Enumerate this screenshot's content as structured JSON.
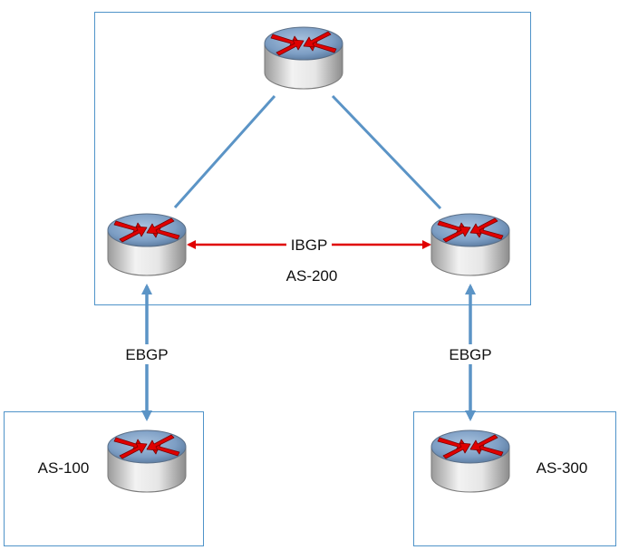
{
  "colors": {
    "box_border": "#4f93c9",
    "igp_link": "#5b94c6",
    "ebgp_link": "#5b94c6",
    "ibgp_link": "#e00000",
    "router_body_top": "#6f8fb3",
    "router_cylinder": "#d9d9d9",
    "router_arrow": "#e00000"
  },
  "icons": {
    "router": "router-icon"
  },
  "labels": {
    "ibgp": "IBGP",
    "as200": "AS-200",
    "as100": "AS-100",
    "as300": "AS-300",
    "ebgp_left": "EBGP",
    "ebgp_right": "EBGP"
  }
}
